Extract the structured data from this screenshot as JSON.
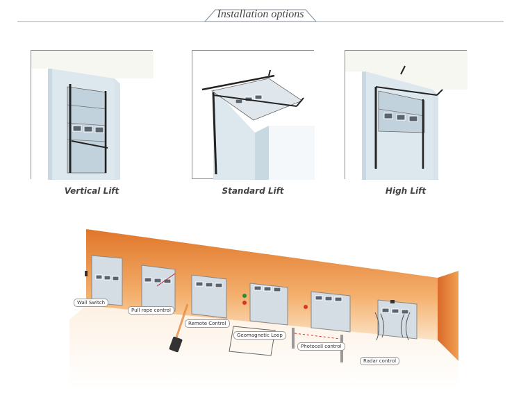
{
  "header": {
    "title": "Installation options"
  },
  "options": [
    {
      "label": "Vertical Lift"
    },
    {
      "label": "Standard Lift"
    },
    {
      "label": "High Lift"
    }
  ],
  "controls": {
    "wall_switch": "Wall Switch",
    "pull_rope": "Pull rope control",
    "remote": "Remote Control",
    "geomagnetic": "Geomagnetic Loop",
    "photocell": "Photocell control",
    "radar": "Radar control"
  },
  "colors": {
    "wall": "#e07a2c",
    "door": "#d4dde4",
    "window": "#5a6470",
    "frame": "#333333"
  }
}
